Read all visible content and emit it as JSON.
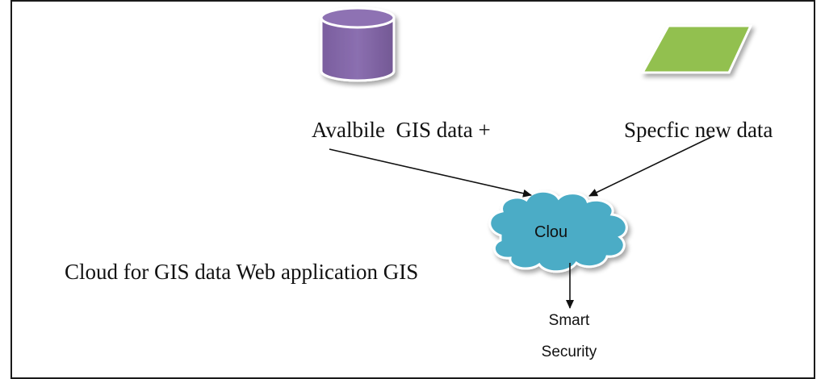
{
  "diagram": {
    "nodes": {
      "gis_data": {
        "label": "Avalbile  GIS data +",
        "shape": "database-cylinder-icon",
        "color": "#8064A2"
      },
      "new_data": {
        "label": "Specfic new data",
        "shape": "parallelogram-data-icon",
        "color": "#92C050"
      },
      "cloud": {
        "label": "Clou",
        "shape": "cloud-icon",
        "color": "#4BACC6"
      },
      "cloud_app": {
        "label": "Cloud for GIS data Web application GIS"
      },
      "output": {
        "line1": "Smart",
        "line2": "Security"
      }
    },
    "edges": [
      {
        "from": "gis_data",
        "to": "cloud"
      },
      {
        "from": "new_data",
        "to": "cloud"
      },
      {
        "from": "cloud",
        "to": "output"
      }
    ]
  }
}
